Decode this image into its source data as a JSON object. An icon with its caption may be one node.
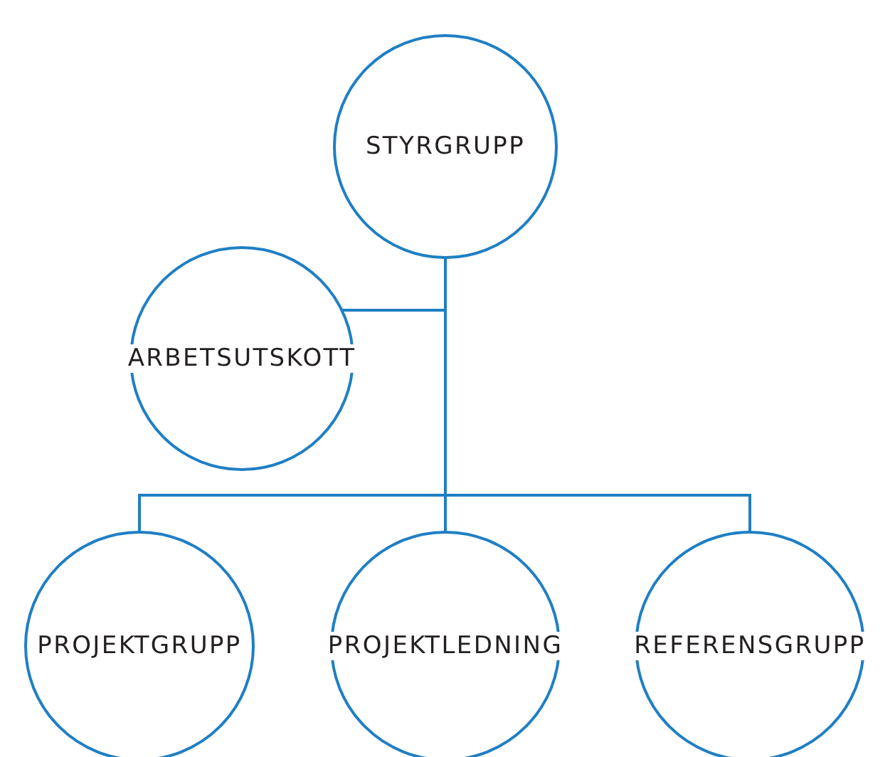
{
  "diagram": {
    "nodes": [
      {
        "text": [
          "STYRGRUPP"
        ]
      },
      {
        "text": [
          "ARBETSUTSKOTT"
        ]
      },
      {
        "text": [
          "PROJEKTGRUPP"
        ]
      },
      {
        "text": [
          "PROJEKTLEDNING"
        ]
      },
      {
        "text": [
          "REFERENSGRUPP"
        ]
      }
    ],
    "edges": [
      {
        "from": 0,
        "to": 1,
        "arrow": "none"
      },
      {
        "from": 0,
        "to": 2,
        "arrow": "none"
      },
      {
        "from": 0,
        "to": 3,
        "arrow": "none"
      },
      {
        "from": 0,
        "to": 4,
        "arrow": "none"
      }
    ]
  }
}
